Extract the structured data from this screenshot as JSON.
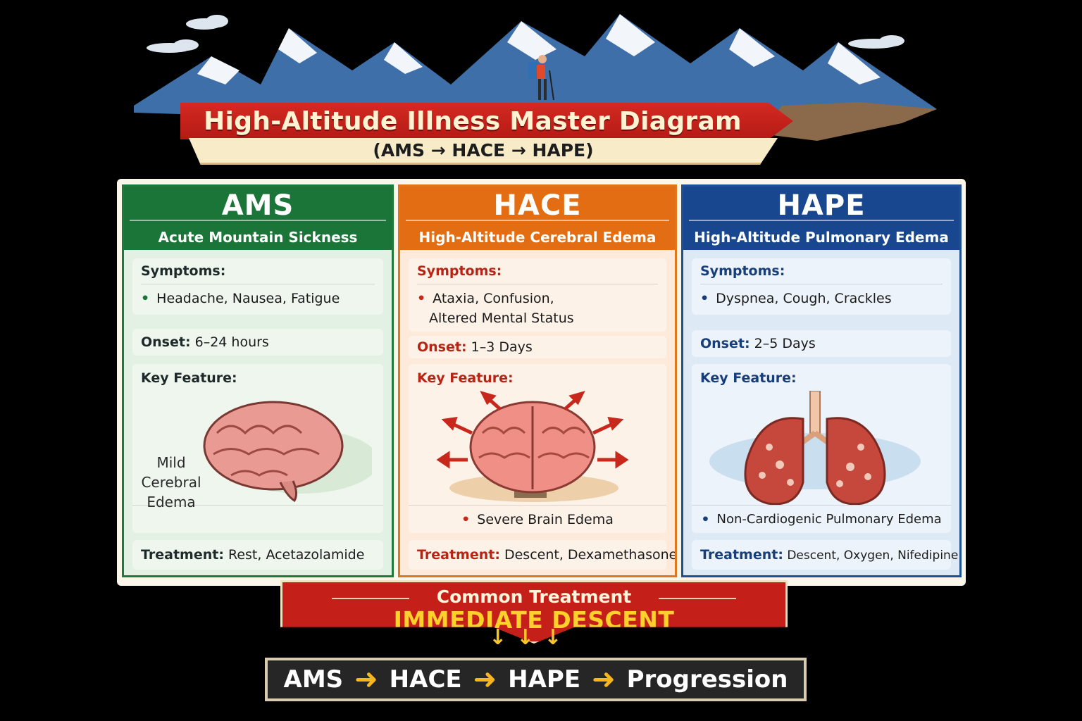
{
  "header": {
    "title": "High-Altitude Illness Master Diagram",
    "subtitle": "(AMS → HACE → HAPE)"
  },
  "columns": [
    {
      "abbr": "AMS",
      "name": "Acute Mountain Sickness",
      "color": "#1b7438",
      "symptoms_label": "Symptoms:",
      "symptoms": "Headache, Nausea, Fatigue",
      "onset_label": "Onset:",
      "onset": "6–24 hours",
      "key_label": "Key Feature:",
      "key_note": "Mild Cerebral Edema",
      "treatment_label": "Treatment:",
      "treatment": "Rest, Acetazolamide"
    },
    {
      "abbr": "HACE",
      "name": "High-Altitude Cerebral Edema",
      "color": "#e26d12",
      "symptoms_label": "Symptoms:",
      "symptoms": "Ataxia, Confusion,",
      "symptoms_2": "Altered Mental Status",
      "onset_label": "Onset:",
      "onset": "1–3 Days",
      "key_label": "Key Feature:",
      "key_note": "Severe Brain Edema",
      "treatment_label": "Treatment:",
      "treatment": "Descent, Dexamethasone"
    },
    {
      "abbr": "HAPE",
      "name": "High-Altitude Pulmonary Edema",
      "color": "#18468f",
      "symptoms_label": "Symptoms:",
      "symptoms": "Dyspnea, Cough, Crackles",
      "onset_label": "Onset:",
      "onset": "2–5 Days",
      "key_label": "Key Feature:",
      "key_note": "Non-Cardiogenic Pulmonary Edema",
      "treatment_label": "Treatment:",
      "treatment": "Descent, Oxygen, Nifedipine"
    }
  ],
  "common": {
    "title": "Common Treatment",
    "main": "IMMEDIATE DESCENT"
  },
  "progression": {
    "steps": [
      "AMS",
      "HACE",
      "HAPE",
      "Progression"
    ]
  },
  "icons": [
    "mountain-range-icon",
    "hiker-icon",
    "brain-icon",
    "swollen-brain-icon",
    "lungs-icon",
    "down-arrow-icon",
    "right-arrow-icon"
  ]
}
